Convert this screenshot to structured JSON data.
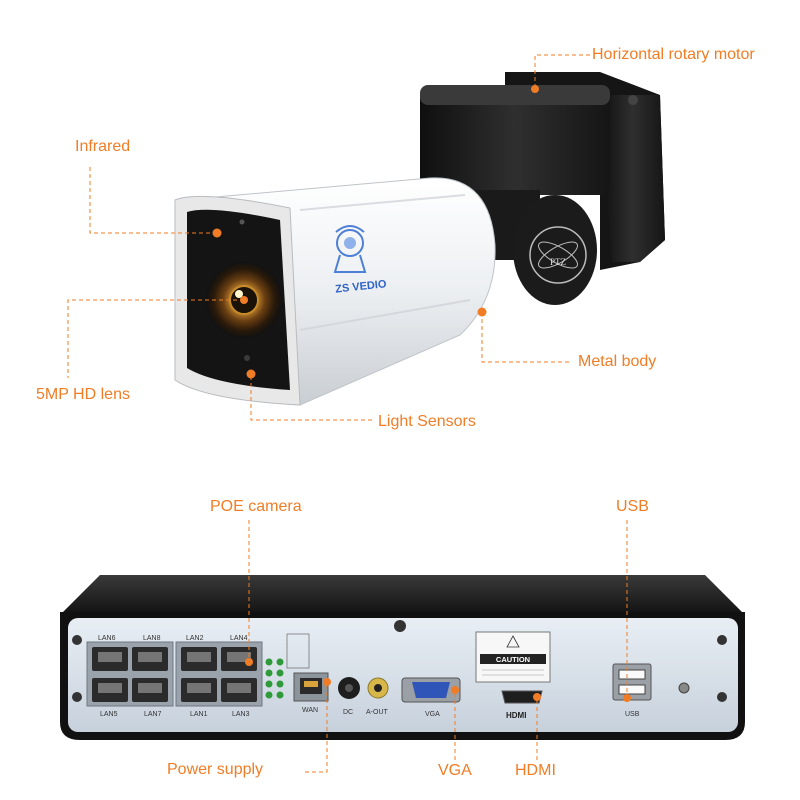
{
  "camera": {
    "brand": "ZS VEDIO",
    "ptz_badge": "PTZ",
    "callouts": {
      "rotary_motor": "Horizontal rotary motor",
      "infrared": "Infrared",
      "metal_body": "Metal body",
      "hd_lens": "5MP HD lens",
      "light_sensors": "Light Sensors"
    }
  },
  "nvr": {
    "port_labels": {
      "lan6": "LAN6",
      "lan8": "LAN8",
      "lan2": "LAN2",
      "lan4": "LAN4",
      "lan5": "LAN5",
      "lan7": "LAN7",
      "lan1": "LAN1",
      "lan3": "LAN3",
      "wan": "WAN",
      "dc": "DC",
      "a_out": "A-OUT",
      "vga": "VGA",
      "hdmi": "HDMI",
      "usb": "USB"
    },
    "caution_title": "CAUTION",
    "callouts": {
      "poe_camera": "POE camera",
      "usb": "USB",
      "power_supply": "Power supply",
      "vga": "VGA",
      "hdmi": "HDMI"
    }
  },
  "colors": {
    "accent": "#f07d25",
    "camera_body": "#f4f4f4",
    "mount": "#1e1e1e",
    "nvr_panel": "#dde5ee",
    "port_green": "#2e9a3a"
  }
}
